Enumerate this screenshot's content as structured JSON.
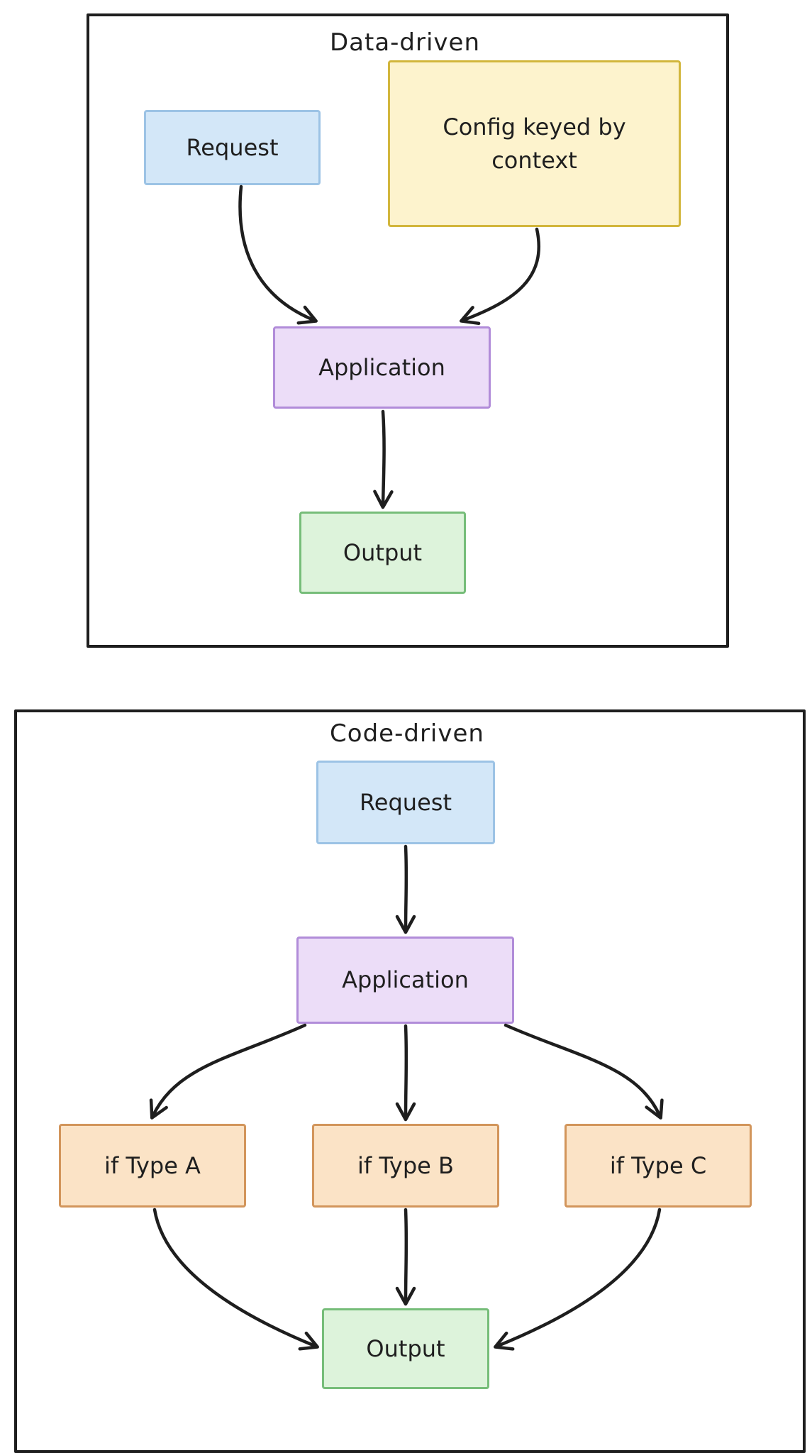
{
  "diagram": {
    "panels": [
      {
        "title": "Data-driven",
        "nodes": [
          {
            "id": "request",
            "label": "Request",
            "color": "blue"
          },
          {
            "id": "config",
            "label": "Config keyed by context",
            "color": "yellow"
          },
          {
            "id": "application",
            "label": "Application",
            "color": "purple"
          },
          {
            "id": "output",
            "label": "Output",
            "color": "green"
          }
        ],
        "edges": [
          {
            "from": "request",
            "to": "application"
          },
          {
            "from": "config",
            "to": "application"
          },
          {
            "from": "application",
            "to": "output"
          }
        ]
      },
      {
        "title": "Code-driven",
        "nodes": [
          {
            "id": "request",
            "label": "Request",
            "color": "blue"
          },
          {
            "id": "application",
            "label": "Application",
            "color": "purple"
          },
          {
            "id": "if_type_a",
            "label": "if Type A",
            "color": "orange"
          },
          {
            "id": "if_type_b",
            "label": "if Type B",
            "color": "orange"
          },
          {
            "id": "if_type_c",
            "label": "if Type C",
            "color": "orange"
          },
          {
            "id": "output",
            "label": "Output",
            "color": "green"
          }
        ],
        "edges": [
          {
            "from": "request",
            "to": "application"
          },
          {
            "from": "application",
            "to": "if_type_a"
          },
          {
            "from": "application",
            "to": "if_type_b"
          },
          {
            "from": "application",
            "to": "if_type_c"
          },
          {
            "from": "if_type_a",
            "to": "output"
          },
          {
            "from": "if_type_b",
            "to": "output"
          },
          {
            "from": "if_type_c",
            "to": "output"
          }
        ]
      }
    ],
    "colors": {
      "ink": "#1e1e1e",
      "blue": {
        "fill": "#d3e7f8",
        "stroke": "#9cc3e5"
      },
      "yellow": {
        "fill": "#fdf3cd",
        "stroke": "#d2b63c"
      },
      "purple": {
        "fill": "#ecddf8",
        "stroke": "#b18cd9"
      },
      "green": {
        "fill": "#ddf3db",
        "stroke": "#76bd79"
      },
      "orange": {
        "fill": "#fbe3c6",
        "stroke": "#d2955b"
      }
    }
  }
}
